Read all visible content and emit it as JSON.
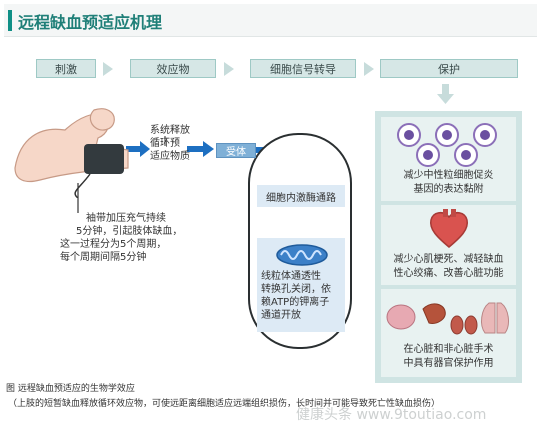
{
  "title": "远程缺血预适应机理",
  "steps": [
    "刺激",
    "效应物",
    "细胞信号转导",
    "保护"
  ],
  "cuff_text": [
    "袖带加压充气持续",
    "5分钟，引起肢体缺血，",
    "这一过程分为5个周期，",
    "每个周期间隔5分钟"
  ],
  "release_text": [
    "系统释放",
    "循环预",
    "适应物质"
  ],
  "receptor": "受体",
  "pathway": "细胞内激酶通路",
  "mito_text": [
    "线粒体通透性",
    "转换孔关闭，依",
    "赖ATP的钾离子",
    "通道开放"
  ],
  "protection": [
    {
      "text": [
        "减少中性粒细胞促炎",
        "基因的表达黏附"
      ]
    },
    {
      "text": [
        "减少心肌梗死、减轻缺血",
        "性心绞痛、改善心脏功能"
      ]
    },
    {
      "text": [
        "在心脏和非心脏手术",
        "中具有器官保护作用"
      ]
    }
  ],
  "caption": "图 远程缺血预适应的生物学效应",
  "footnote": "（上肢的短暂缺血释放循环效应物，可使远距离细胞适应远端组织损伤，长时间并可能导致死亡性缺血损伤）",
  "watermark": "健康头条 www.9toutiao.com",
  "colors": {
    "accent": "#0f8f86",
    "arrow": "#1d6fc1",
    "panel": "#cfe4e3"
  }
}
